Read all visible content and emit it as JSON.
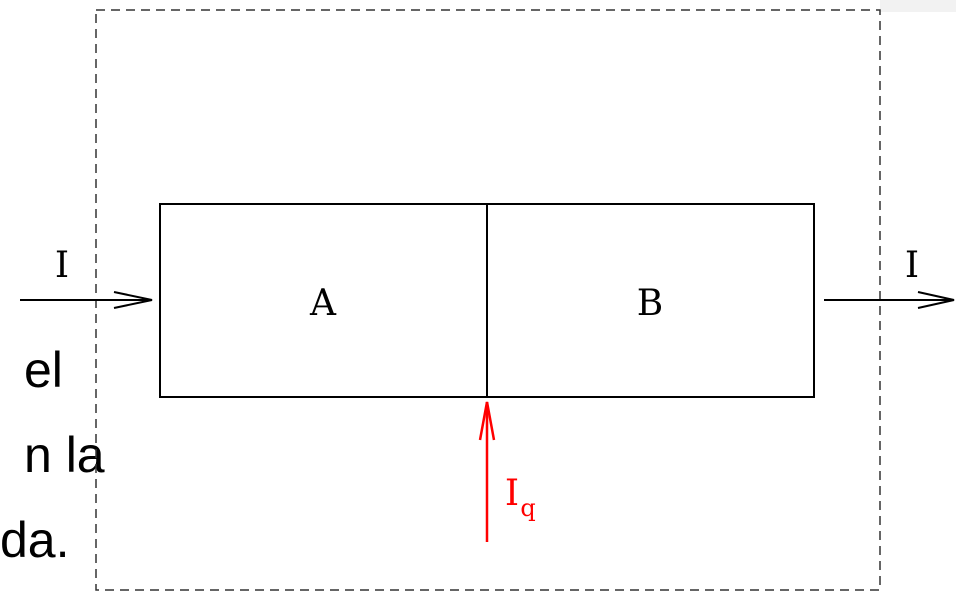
{
  "background_text": [
    "el",
    "n la",
    "da."
  ],
  "diagram": {
    "block_a_label": "A",
    "block_b_label": "B",
    "current_in_label": "I",
    "current_out_label": "I",
    "injected_current_label": "I",
    "injected_current_subscript": "q",
    "colors": {
      "stroke": "#000000",
      "injected": "#ff0000",
      "dashed_border": "#333333"
    }
  }
}
